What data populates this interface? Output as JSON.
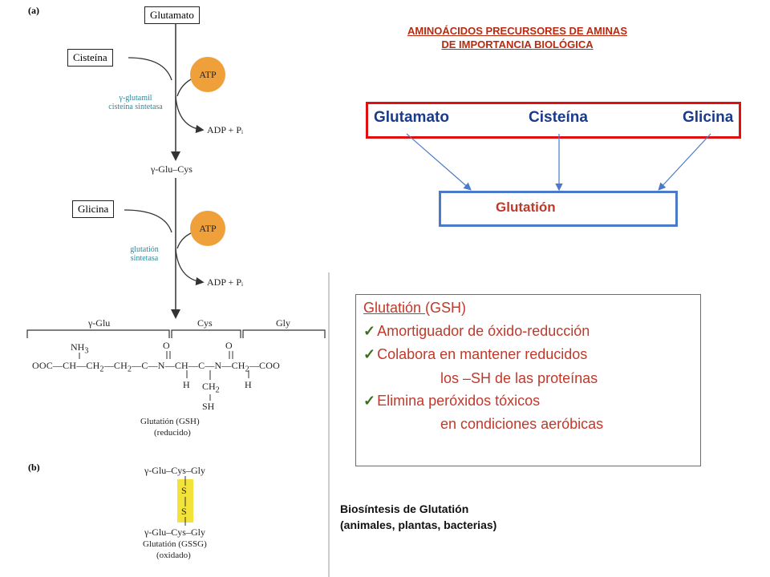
{
  "left_panel": {
    "part_a_label": "(a)",
    "glutamato": "Glutamato",
    "cisteina": "Cisteína",
    "atp_1": "ATP",
    "enzyme_1_line1": "γ-glutamil",
    "enzyme_1_line2": "cisteína sintetasa",
    "adp_1": "ADP + Pᵢ",
    "dipeptide": "γ-Glu–Cys",
    "glicina": "Glicina",
    "atp_2": "ATP",
    "enzyme_2_line1": "glutatión",
    "enzyme_2_line2": "sintetasa",
    "adp_2": "ADP + Pᵢ",
    "seg_glu": "γ-Glu",
    "seg_cys": "Cys",
    "seg_gly": "Gly",
    "gsh_name": "Glutatión (GSH)",
    "gsh_state": "(reducido)",
    "part_b_label": "(b)",
    "gssg_top": "γ-Glu–Cys–Gly",
    "gssg_s1": "S",
    "gssg_s2": "S",
    "gssg_bottom": "γ-Glu–Cys–Gly",
    "gssg_name": "Glutatión (GSSG)",
    "gssg_state": "(oxidado)"
  },
  "title": {
    "line1": "AMINOÁCIDOS PRECURSORES DE AMINAS",
    "line2": "DE IMPORTANCIA BIOLÓGICA"
  },
  "precursors": [
    "Glutamato",
    "Cisteína",
    "Glicina"
  ],
  "product": "Glutatión",
  "info": {
    "heading": "Glutatión ",
    "heading_suffix": "(GSH)",
    "items": [
      "Amortiguador de óxido-reducción",
      "Colabora en mantener reducidos",
      "los –SH de las proteínas",
      "Elimina peróxidos tóxicos",
      "en condiciones aeróbicas"
    ]
  },
  "caption": {
    "line1": "Biosíntesis de Glutatión",
    "line2": "(animales, plantas, bacterias)"
  },
  "colors": {
    "title": "#b82a10",
    "precursor_text": "#1a3a8a",
    "precursor_border": "#e01010",
    "product_border": "#4a7ac8",
    "product_text": "#c0392b",
    "info_text": "#c0392b",
    "info_border": "#3a78b8",
    "atp": "#f0a03a",
    "enzyme": "#2a8aa0",
    "disulfide": "#f2e23a"
  }
}
